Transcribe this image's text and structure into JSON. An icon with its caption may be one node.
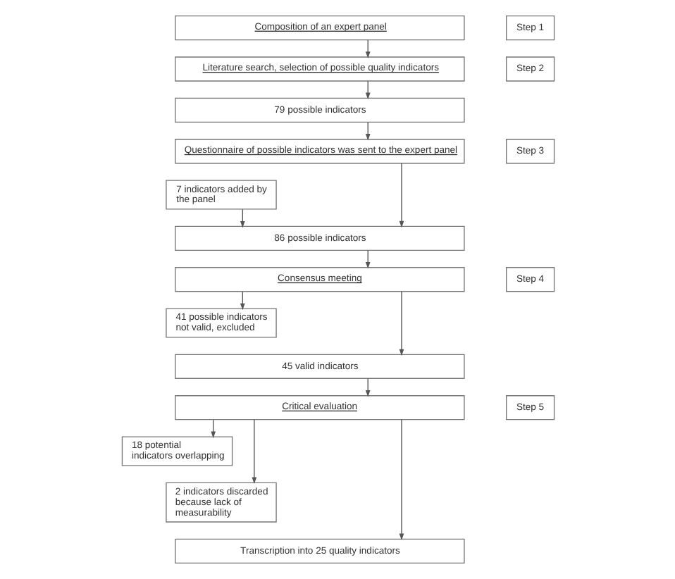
{
  "diagram": {
    "nodes": [
      {
        "text": [
          "Composition of an expert panel"
        ]
      },
      {
        "text": [
          "Step 1"
        ]
      },
      {
        "text": [
          "Literature search, selection of possible quality indicators"
        ]
      },
      {
        "text": [
          "Step 2"
        ]
      },
      {
        "text": [
          "79 possible indicators"
        ]
      },
      {
        "text": [
          "Questionnaire of possible indicators was sent to the expert panel"
        ]
      },
      {
        "text": [
          "Step 3"
        ]
      },
      {
        "text": [
          "7 indicators added by the panel"
        ]
      },
      {
        "text": [
          "86 possible indicators"
        ]
      },
      {
        "text": [
          "Consensus meeting"
        ]
      },
      {
        "text": [
          "Step 4"
        ]
      },
      {
        "text": [
          "41 possible indicators not valid, excluded"
        ]
      },
      {
        "text": [
          "45 valid indicators"
        ]
      },
      {
        "text": [
          "Critical evaluation"
        ]
      },
      {
        "text": [
          "Step 5"
        ]
      },
      {
        "text": [
          "18 potential indicators overlapping"
        ]
      },
      {
        "text": [
          "2 indicators discarded because lack of measurability"
        ]
      },
      {
        "text": [
          "Transcription into 25 quality indicators"
        ]
      }
    ],
    "edges": [
      {
        "from": 0,
        "to": 2,
        "arrow": "to"
      },
      {
        "from": 2,
        "to": 4,
        "arrow": "to"
      },
      {
        "from": 4,
        "to": 5,
        "arrow": "to"
      },
      {
        "from": 5,
        "to": 8,
        "arrow": "to"
      },
      {
        "from": 7,
        "to": 8,
        "arrow": "to"
      },
      {
        "from": 8,
        "to": 9,
        "arrow": "to"
      },
      {
        "from": 9,
        "to": 11,
        "arrow": "to"
      },
      {
        "from": 9,
        "to": 12,
        "arrow": "to"
      },
      {
        "from": 12,
        "to": 13,
        "arrow": "to"
      },
      {
        "from": 13,
        "to": 15,
        "arrow": "to"
      },
      {
        "from": 13,
        "to": 16,
        "arrow": "to"
      },
      {
        "from": 13,
        "to": 17,
        "arrow": "to"
      }
    ]
  }
}
